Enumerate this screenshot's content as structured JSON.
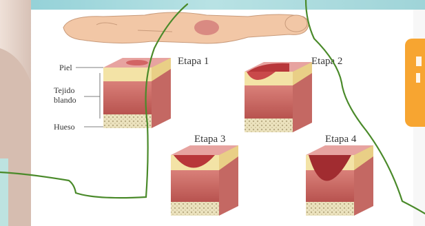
{
  "illustration": {
    "layer_labels": {
      "skin": "Piel",
      "soft_tissue_line1": "Tejido",
      "soft_tissue_line2": "blando",
      "bone": "Hueso"
    },
    "stages": [
      {
        "label": "Etapa 1"
      },
      {
        "label": "Etapa 2"
      },
      {
        "label": "Etapa 3"
      },
      {
        "label": "Etapa 4"
      }
    ]
  },
  "colors": {
    "background_top": "#9fd4d8",
    "illustration_bg": "#ffffff",
    "skin_pink": "#e7a3a0",
    "fat_yellow": "#f3e3a6",
    "muscle_red": "#c8645f",
    "bone_tan": "#e9dfb8",
    "wound_red": "#b8373a",
    "annotation_green": "#4a8a2a",
    "callout_orange": "#f7a531",
    "left_photo": "#e8d6cc"
  },
  "icons": [
    "human-figure-icon"
  ]
}
